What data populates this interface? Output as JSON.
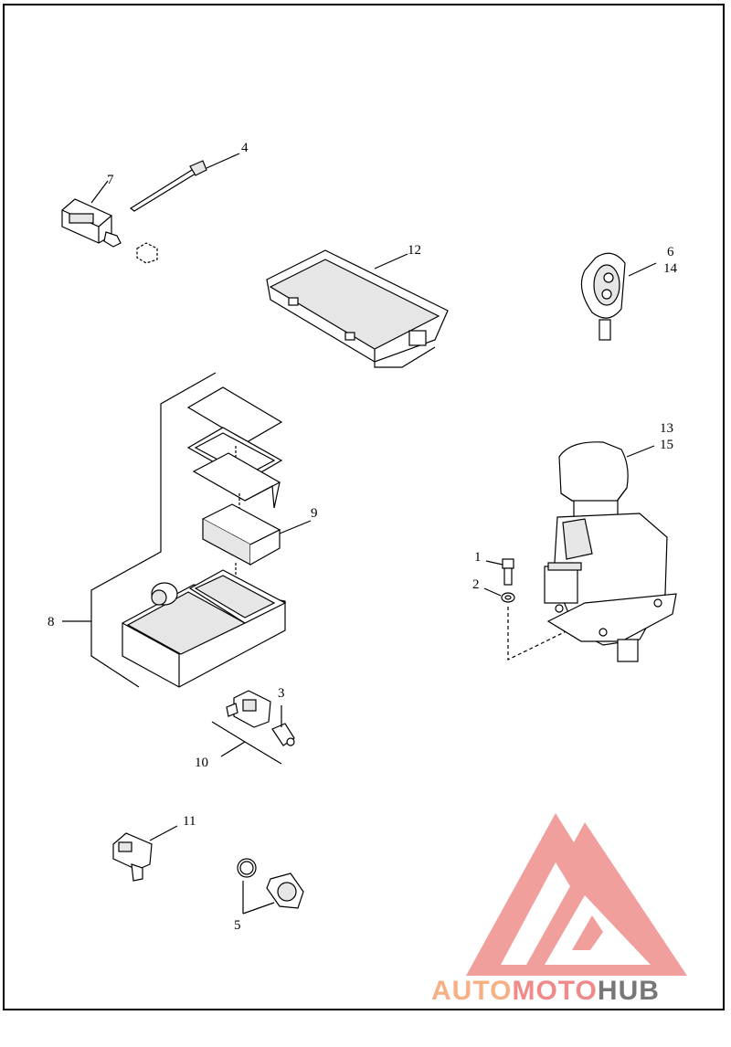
{
  "labels": {
    "l1": "1",
    "l2": "2",
    "l3": "3",
    "l4": "4",
    "l5": "5",
    "l6": "6",
    "l14": "14",
    "l7": "7",
    "l8": "8",
    "l9": "9",
    "l10": "10",
    "l11": "11",
    "l12": "12",
    "l13": "13",
    "l15": "15"
  },
  "watermark": {
    "part1": "AUTO",
    "part2": "MOTO",
    "part3": "HUB",
    "color1": "#f5b085",
    "color2": "#f08a8a",
    "color3": "#777777",
    "logo_color": "#f19a98"
  },
  "colors": {
    "line": "#000000",
    "fill": "#ffffff",
    "shade": "#e6e6e6"
  }
}
